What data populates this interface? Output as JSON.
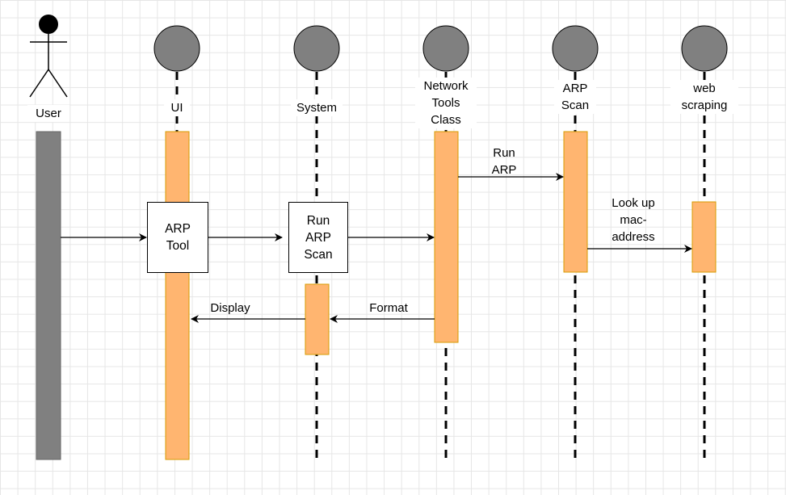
{
  "lifelines": [
    {
      "id": "user",
      "label": "User",
      "kind": "actor"
    },
    {
      "id": "ui",
      "label": "UI",
      "kind": "entity"
    },
    {
      "id": "system",
      "label": "System",
      "kind": "entity"
    },
    {
      "id": "network",
      "label": "Network\nTools\nClass",
      "kind": "entity"
    },
    {
      "id": "arpscan",
      "label": "ARP\nScan",
      "kind": "entity"
    },
    {
      "id": "web",
      "label": "web\nscraping",
      "kind": "entity"
    }
  ],
  "boxes": {
    "arp_tool": "ARP\nTool",
    "run_arp_scan": "Run\nARP\nScan"
  },
  "messages": {
    "run_arp": "Run\nARP",
    "look_up": "Look up\nmac-\naddress",
    "format": "Format",
    "display": "Display"
  },
  "colors": {
    "activation": "#FFB570",
    "activation_border": "#D79B00",
    "user_bar": "#808080",
    "entity_circle": "#808080"
  }
}
